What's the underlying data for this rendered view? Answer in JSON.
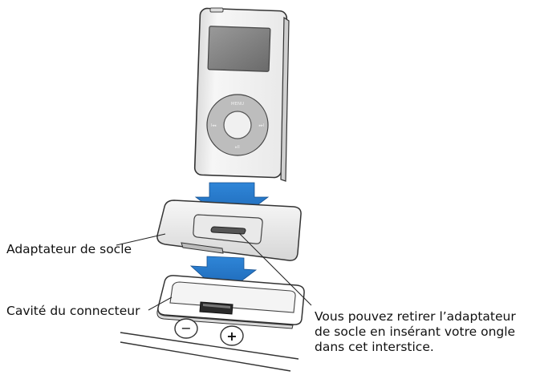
{
  "labels": {
    "dock_adapter": "Adaptateur de socle",
    "connector_cavity": "Cavité du connecteur",
    "removal_note": [
      "Vous pouvez retirer l’adaptateur",
      "de socle en insérant votre ongle",
      "dans cet interstice."
    ]
  },
  "device": {
    "wheel_menu": "MENU",
    "wheel_prev": "I◂◂",
    "wheel_next": "▸▸I",
    "wheel_play": "▸II"
  },
  "dock": {
    "minus_symbol": "−",
    "plus_symbol": "+"
  },
  "colors": {
    "arrow": "#1d6fc0",
    "device_body": "#f2f2f2",
    "screen": "#7a7a7a",
    "outline": "#333333"
  }
}
